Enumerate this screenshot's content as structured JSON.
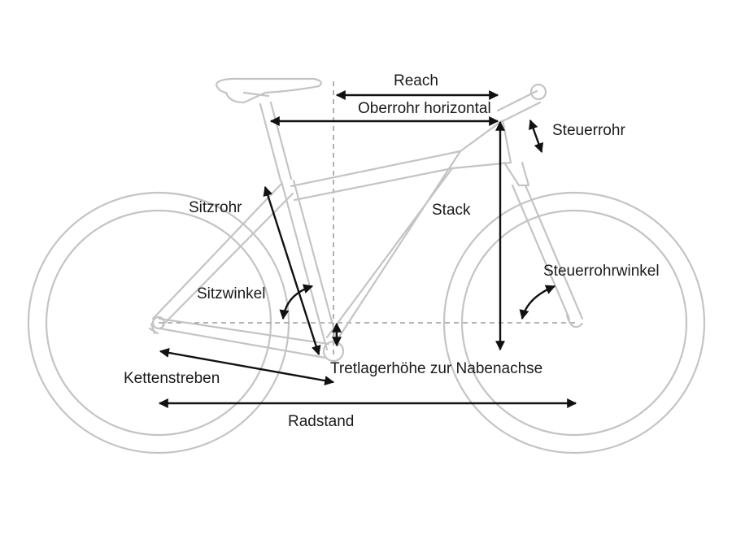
{
  "colors": {
    "frame": "#c4c4c4",
    "dimension": "#111111",
    "guide": "#888888",
    "text": "#1a1a1a"
  },
  "labels": {
    "reach": "Reach",
    "top_tube_horizontal": "Oberrohr horizontal",
    "head_tube": "Steuerrohr",
    "seat_tube": "Sitzrohr",
    "stack": "Stack",
    "seat_angle": "Sitzwinkel",
    "head_angle": "Steuerrohrwinkel",
    "chainstays": "Kettenstreben",
    "bb_height": "Tretlagerhöhe zur Nabenachse",
    "wheelbase": "Radstand"
  }
}
